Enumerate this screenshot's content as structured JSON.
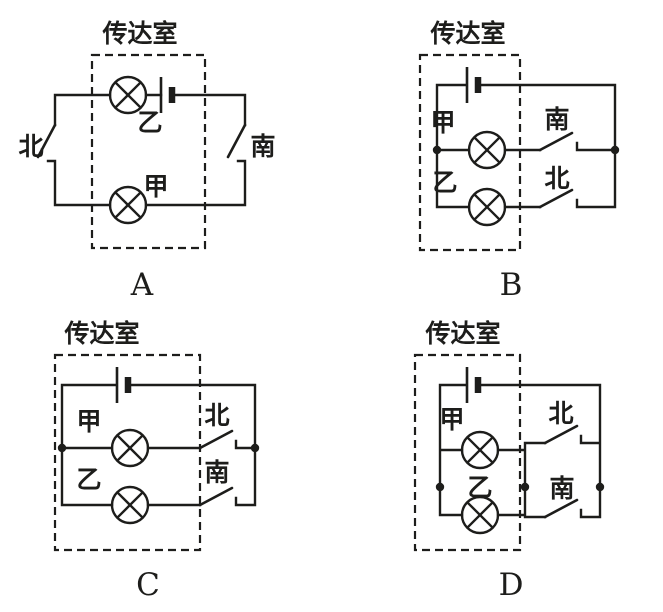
{
  "figure": {
    "background": "#ffffff",
    "ink": "#1d1d1b",
    "description": "Four candidate circuit diagrams (A-D) for a gatehouse (传达室) containing a battery and two indicator lamps (甲, 乙), operated by two gate switches (北, 南)"
  },
  "diagrams": {
    "a": {
      "letter": "A",
      "room": "传达室",
      "lamp_top": "乙",
      "lamp_bottom": "甲",
      "switch_left": "北",
      "switch_right": "南",
      "structure": "single series loop: lamp 乙 and battery on top wire, switch 北 on left wire, lamp 甲 on bottom wire, switch 南 on right wire; dashed room box encloses both lamps and battery"
    },
    "b": {
      "letter": "B",
      "room": "传达室",
      "lamp1": "甲",
      "lamp2": "乙",
      "switch1": "南",
      "switch2": "北",
      "structure": "battery on top wire; two parallel branches between junction dots: lamp 甲 in series with switch 南, lamp 乙 in series with switch 北; dashed room box encloses battery and lamps"
    },
    "c": {
      "letter": "C",
      "room": "传达室",
      "lamp1": "甲",
      "lamp2": "乙",
      "switch1": "北",
      "switch2": "南",
      "structure": "battery on top wire; two parallel branches between junction dots: lamp 甲 in series with switch 北, lamp 乙 in series with switch 南; dashed room box encloses battery and lamps"
    },
    "d": {
      "letter": "D",
      "room": "传达室",
      "lamp1": "甲",
      "lamp2": "乙",
      "switch1": "北",
      "switch2": "南",
      "structure": "battery in series with a parallel lamp pair (甲 above 乙) and a parallel switch pair (北 above 南); three junction dots mark the merge nodes"
    }
  }
}
